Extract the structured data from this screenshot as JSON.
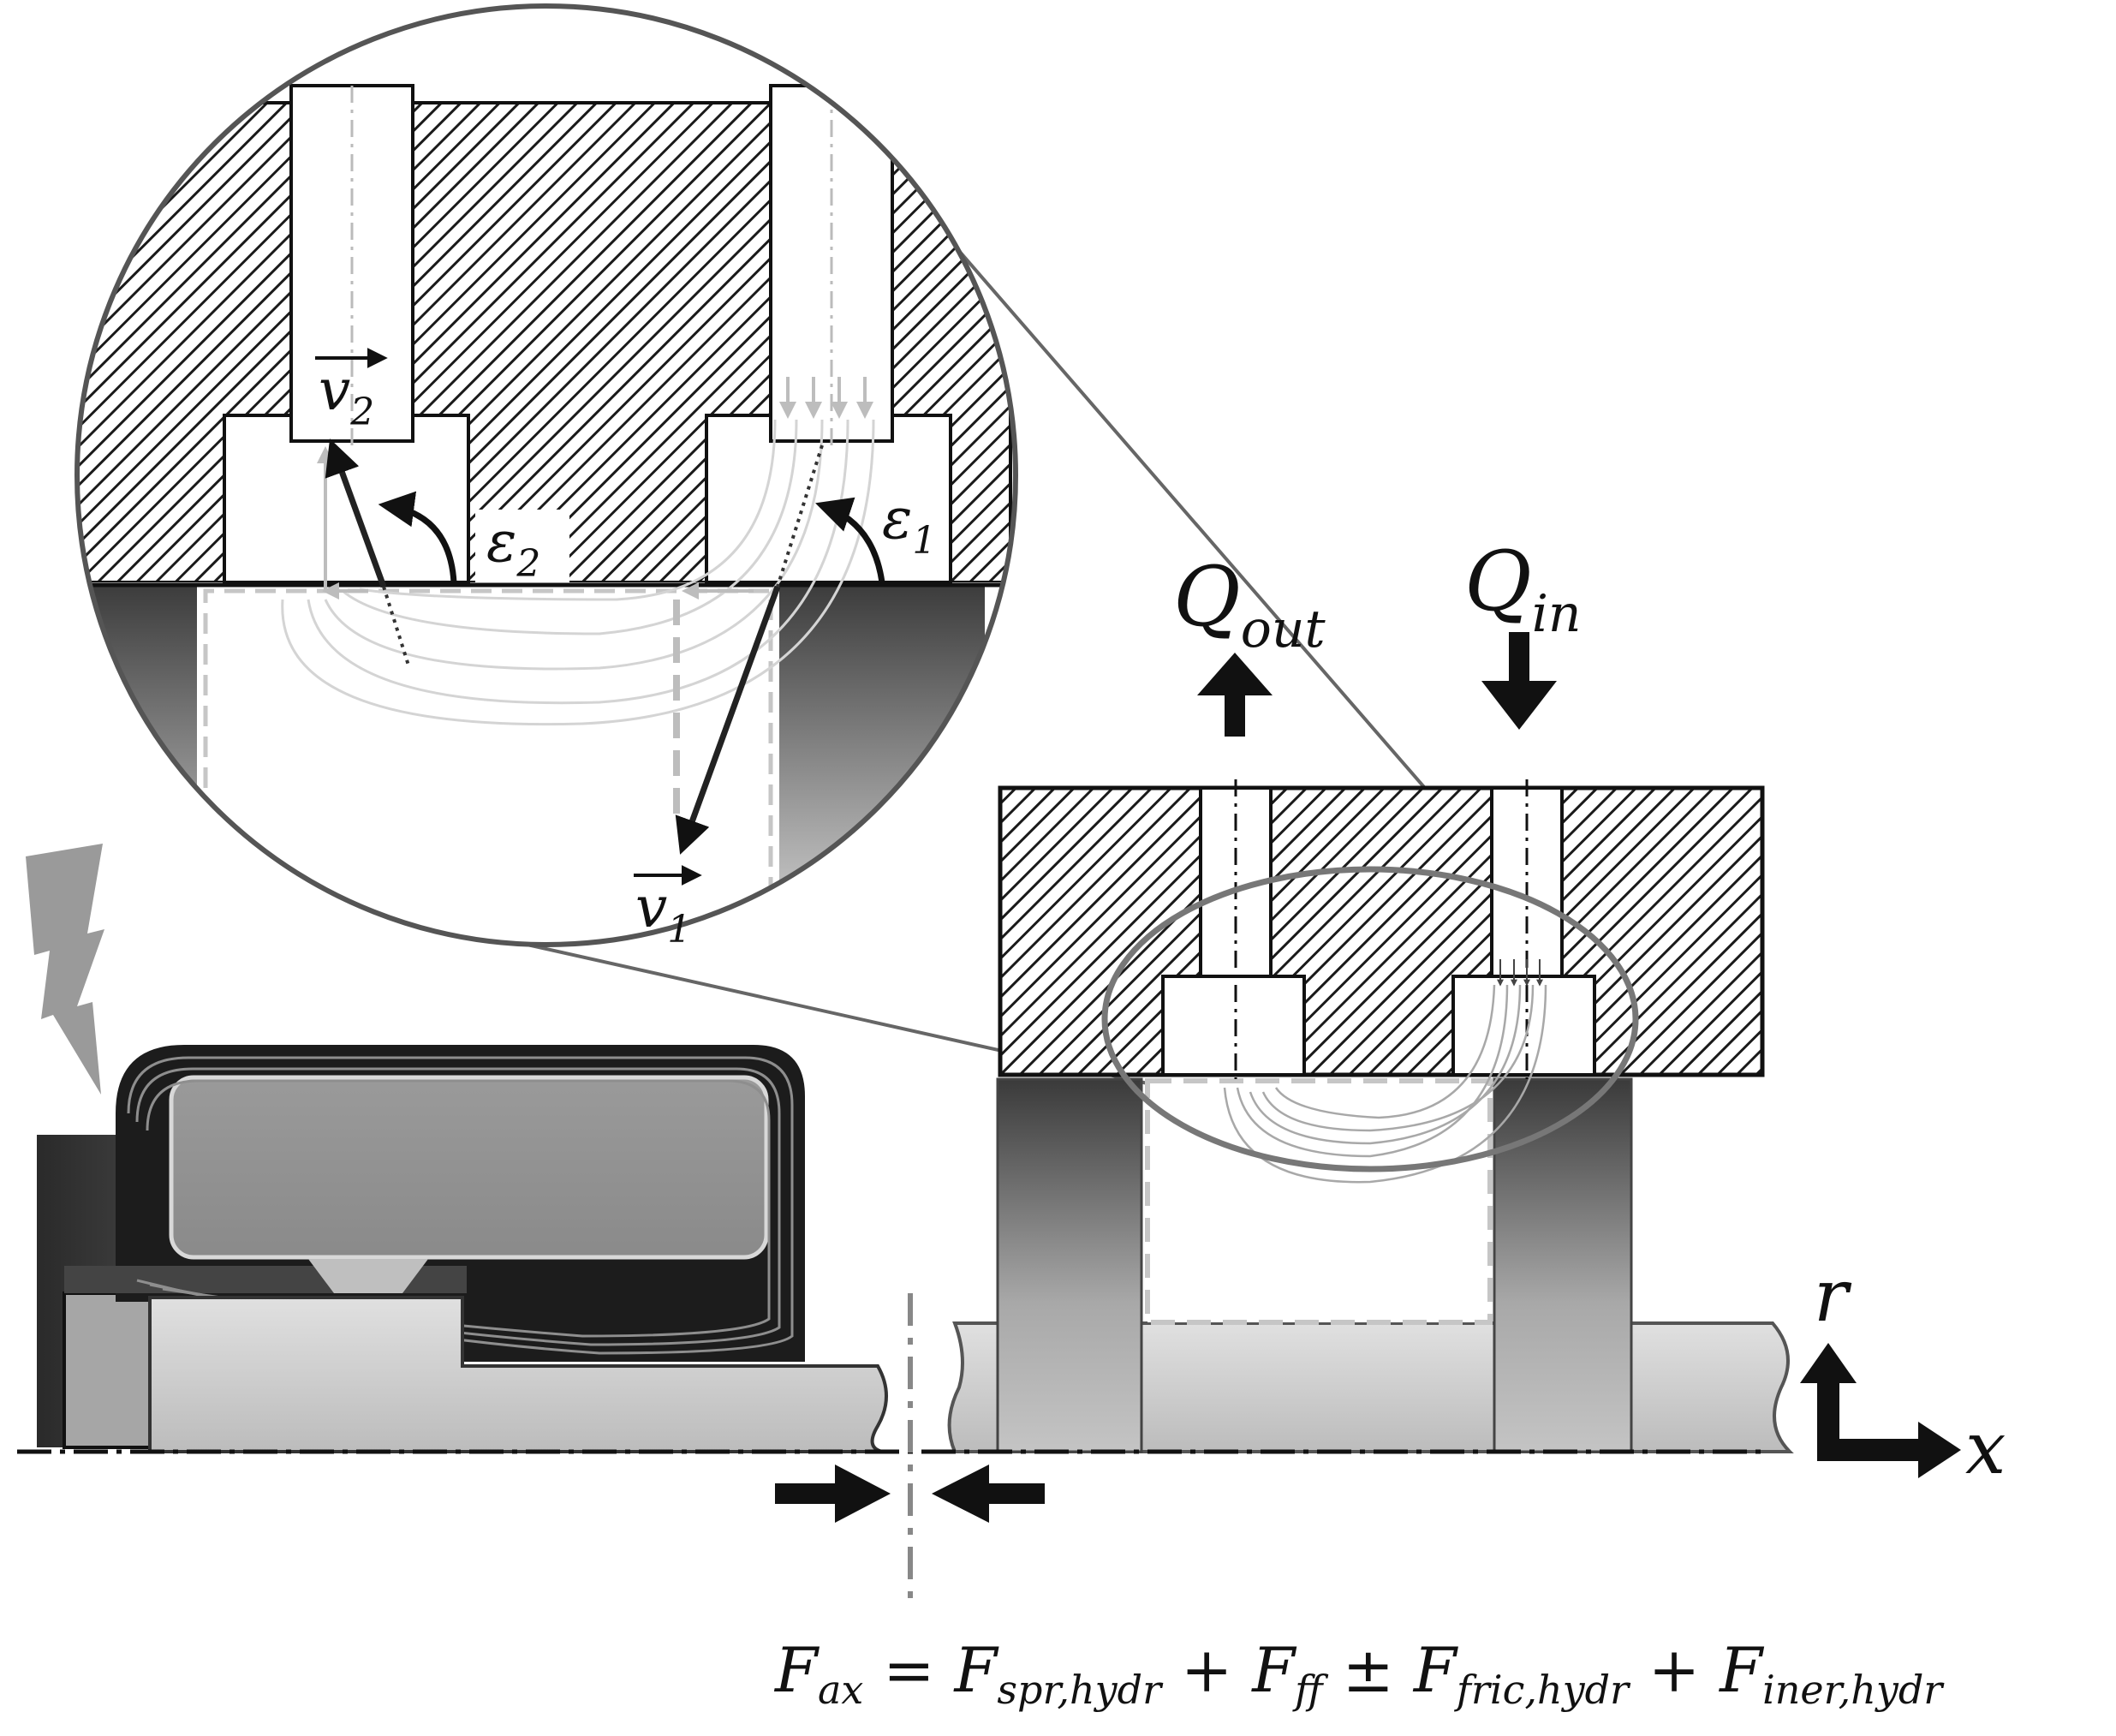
{
  "labels": {
    "q_out": {
      "base": "Q",
      "sub": "out"
    },
    "q_in": {
      "base": "Q",
      "sub": "in"
    },
    "v1": {
      "base": "v",
      "sub": "1"
    },
    "v2": {
      "base": "v",
      "sub": "2"
    },
    "eps1": {
      "base": "ε",
      "sub": "1"
    },
    "eps2": {
      "base": "ε",
      "sub": "2"
    },
    "axis_r": "r",
    "axis_x": "x"
  },
  "formula": {
    "lhs_base": "F",
    "lhs_sub": "ax",
    "eq": " = ",
    "t1_base": "F",
    "t1_sub": "spr,hydr",
    "op1": " + ",
    "t2_base": "F",
    "t2_sub": "ff",
    "op2": " ± ",
    "t3_base": "F",
    "t3_sub": "fric,hydr",
    "op3": " + ",
    "t4_base": "F",
    "t4_sub": "iner,hydr"
  },
  "colors": {
    "hatch": "#1a1a1a",
    "arrow": "#111111",
    "flow_light": "#c8c8c8",
    "dashed": "#c0c0c0",
    "lightning": "#9a9a9a"
  }
}
